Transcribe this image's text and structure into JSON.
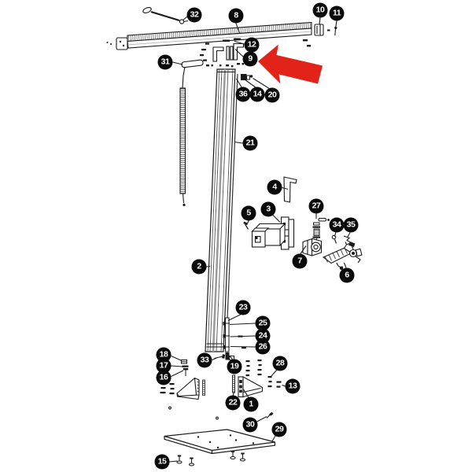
{
  "diagram": {
    "kind": "exploded-parts-diagram",
    "colors": {
      "background": "#ffffff",
      "line_art": "#1a1a1a",
      "callout_background": "#0a0a0a",
      "callout_text": "#ffffff",
      "highlight_arrow": "#e2231a"
    },
    "highlight": {
      "shape": "arrow",
      "points_to_callout": "9",
      "color": "#e2231a"
    }
  },
  "callouts": {
    "p1": "1",
    "p2": "2",
    "p3": "3",
    "p4": "4",
    "p5": "5",
    "p6": "6",
    "p7": "7",
    "p8": "8",
    "p9": "9",
    "p10": "10",
    "p11": "11",
    "p12": "12",
    "p13": "13",
    "p14": "14",
    "p15": "15",
    "p16": "16",
    "p17": "17",
    "p18": "18",
    "p19": "19",
    "p20": "20",
    "p21": "21",
    "p22": "22",
    "p23": "23",
    "p24": "24",
    "p25": "25",
    "p26": "26",
    "p27": "27",
    "p28": "28",
    "p29": "29",
    "p30": "30",
    "p31": "31",
    "p32": "32",
    "p33": "33",
    "p34": "34",
    "p35": "35",
    "p36": "36"
  }
}
